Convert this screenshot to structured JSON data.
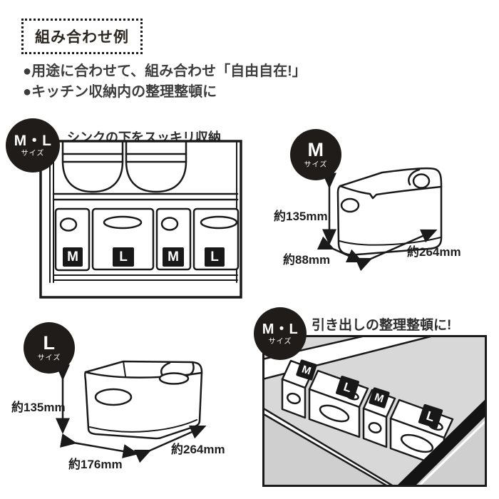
{
  "title": "組み合わせ例",
  "bullets": [
    "●用途に合わせて、組み合わせ「自由自在!」",
    "●キッチン収納内の整理整頓に"
  ],
  "badge_size_label": "サイズ",
  "sections": {
    "under_sink": {
      "badge": "M・L",
      "caption": "シンクの下をスッキリ収納",
      "containers": [
        "M",
        "L",
        "M",
        "L"
      ]
    },
    "m_container": {
      "badge": "M",
      "height": "約135mm",
      "width": "約88mm",
      "depth": "約264mm"
    },
    "l_container": {
      "badge": "L",
      "height": "約135mm",
      "width": "約176mm",
      "depth": "約264mm"
    },
    "drawer": {
      "badge": "M・L",
      "caption": "引き出しの整理整頓に!",
      "containers": [
        "M",
        "L",
        "M",
        "L"
      ]
    }
  },
  "colors": {
    "badge_bg": "#201c19",
    "line_art": "#1a1a1a",
    "drawer_bg": "#d8d8d8",
    "drawer_front": "#cfcfcf"
  }
}
